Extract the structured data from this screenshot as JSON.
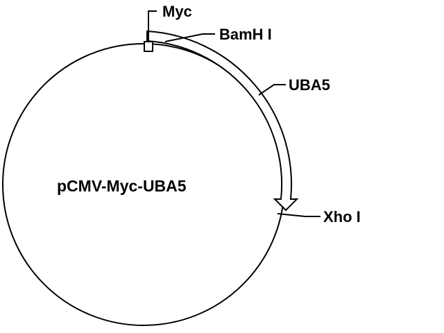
{
  "plasmid": {
    "name": "pCMV-Myc-UBA5"
  },
  "features": {
    "myc": "Myc",
    "bamhi": "BamH I",
    "uba5": "UBA5",
    "xhoi": "Xho I"
  },
  "colors": {
    "line": "#000000",
    "background": "#ffffff"
  }
}
